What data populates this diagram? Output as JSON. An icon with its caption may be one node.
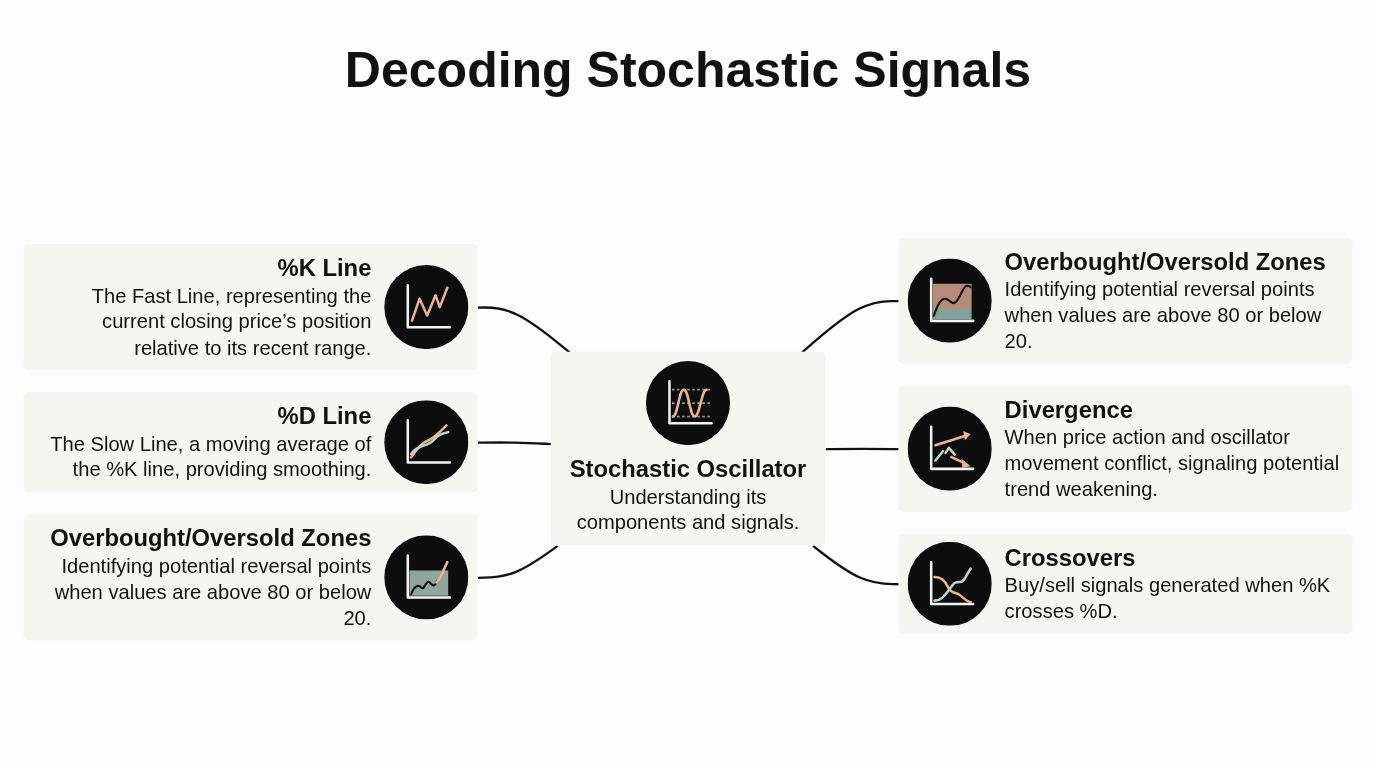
{
  "diagram": {
    "title": "Decoding Stochastic Signals",
    "nodes": [
      {
        "text": [
          "%K Line",
          "The Fast Line, representing the current closing price’s position relative to its recent range."
        ]
      },
      {
        "text": [
          "%D Line",
          "The Slow Line, a moving average of the %K line, providing smoothing."
        ]
      },
      {
        "text": [
          "Overbought/Oversold Zones",
          "Identifying potential reversal points when values are above 80 or below 20."
        ]
      },
      {
        "text": [
          "Stochastic Oscillator",
          "Understanding its components and signals."
        ]
      },
      {
        "text": [
          "Overbought/Oversold Zones",
          "Identifying potential reversal points when values are above 80 or below 20."
        ]
      },
      {
        "text": [
          "Divergence",
          "When price action and oscillator movement conflict, signaling potential trend weakening."
        ]
      },
      {
        "text": [
          "Crossovers",
          "Buy/sell signals generated when %K crosses %D."
        ]
      }
    ],
    "edges": [
      {
        "from": 0,
        "to": 3,
        "arrow": "none"
      },
      {
        "from": 1,
        "to": 3,
        "arrow": "none"
      },
      {
        "from": 2,
        "to": 3,
        "arrow": "none"
      },
      {
        "from": 3,
        "to": 4,
        "arrow": "none"
      },
      {
        "from": 3,
        "to": 5,
        "arrow": "none"
      },
      {
        "from": 3,
        "to": 6,
        "arrow": "none"
      }
    ]
  }
}
